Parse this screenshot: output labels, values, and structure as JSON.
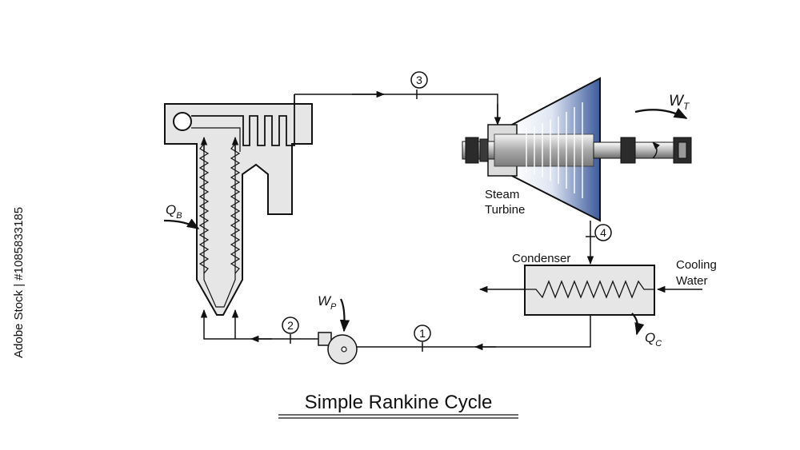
{
  "title": "Simple Rankine Cycle",
  "labels": {
    "steam_turbine": [
      "Steam",
      "Turbine"
    ],
    "condenser": "Condenser",
    "cooling_water": [
      "Cooling",
      "Water"
    ]
  },
  "symbols": {
    "qb": {
      "main": "Q",
      "sub": "B"
    },
    "wt": {
      "main": "W",
      "sub": "T"
    },
    "wp": {
      "main": "W",
      "sub": "P"
    },
    "qc": {
      "main": "Q",
      "sub": "C"
    }
  },
  "state_points": [
    "1",
    "2",
    "3",
    "4"
  ],
  "watermark": {
    "side_text": "Adobe Stock | #1085833185"
  },
  "colors": {
    "line": "#111111",
    "boiler_fill": "#e6e6e6",
    "condenser_fill": "#e6e6e6",
    "turbine_blue": "#3d5b9c"
  }
}
